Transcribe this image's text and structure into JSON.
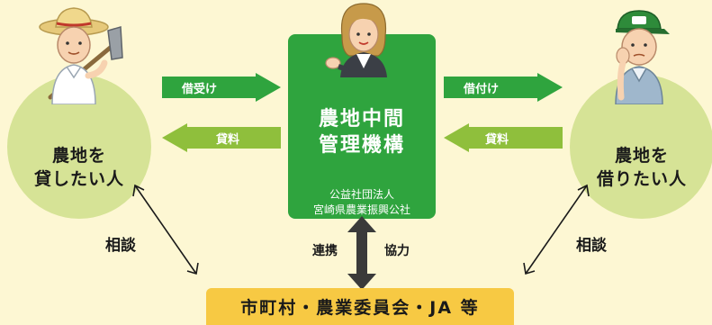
{
  "left_party": {
    "line1": "農地を",
    "line2": "貸したい人"
  },
  "right_party": {
    "line1": "農地を",
    "line2": "借りたい人"
  },
  "center": {
    "title_line1": "農地中間",
    "title_line2": "管理機構",
    "sub_line1": "公益社団法人",
    "sub_line2": "宮崎県農業振興公社"
  },
  "arrows": {
    "left_top": "借受け",
    "left_bottom": "貸料",
    "right_top": "借付け",
    "right_bottom": "貸料"
  },
  "consult_left": "相談",
  "consult_right": "相談",
  "link_left": "連携",
  "link_right": "協力",
  "bottom": "市町村・農業委員会・JA 等",
  "colors": {
    "background": "#fdf7d3",
    "circle": "#d6e396",
    "center_box": "#2fa43e",
    "arrow_dark": "#2fa43e",
    "arrow_light": "#8fbf3c",
    "bottom_box": "#f7c943"
  },
  "icons": {
    "left_person": "farmer-with-hoe-icon",
    "center_person": "staff-woman-icon",
    "right_person": "farmer-with-cap-icon"
  }
}
